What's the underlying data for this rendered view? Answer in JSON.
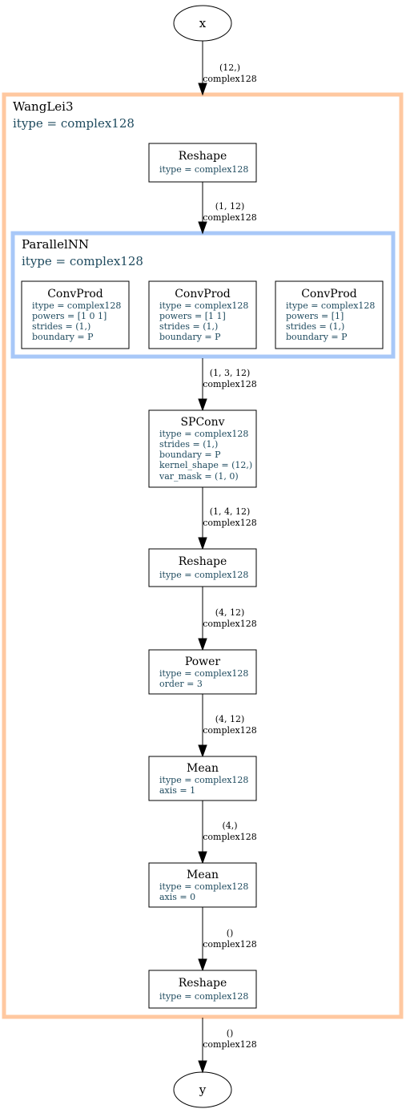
{
  "io": {
    "input": "x",
    "output": "y"
  },
  "clusters": {
    "outer": {
      "title": "WangLei3",
      "attr": "itype = complex128"
    },
    "inner": {
      "title": "ParallelNN",
      "attr": "itype = complex128"
    }
  },
  "nodes": [
    {
      "title": "Reshape",
      "attrs": [
        "itype = complex128"
      ]
    },
    {
      "title": "ConvProd",
      "attrs": [
        "itype = complex128",
        "powers = [1 0 1]",
        "strides = (1,)",
        "boundary = P"
      ]
    },
    {
      "title": "ConvProd",
      "attrs": [
        "itype = complex128",
        "powers = [1 1]",
        "strides = (1,)",
        "boundary = P"
      ]
    },
    {
      "title": "ConvProd",
      "attrs": [
        "itype = complex128",
        "powers = [1]",
        "strides = (1,)",
        "boundary = P"
      ]
    },
    {
      "title": "SPConv",
      "attrs": [
        "itype = complex128",
        "strides = (1,)",
        "boundary = P",
        "kernel_shape = (12,)",
        "var_mask = (1, 0)"
      ]
    },
    {
      "title": "Reshape",
      "attrs": [
        "itype = complex128"
      ]
    },
    {
      "title": "Power",
      "attrs": [
        "itype = complex128",
        "order = 3"
      ]
    },
    {
      "title": "Mean",
      "attrs": [
        "itype = complex128",
        "axis = 1"
      ]
    },
    {
      "title": "Mean",
      "attrs": [
        "itype = complex128",
        "axis = 0"
      ]
    },
    {
      "title": "Reshape",
      "attrs": [
        "itype = complex128"
      ]
    }
  ],
  "edges": [
    {
      "shape": "(12,)",
      "dtype": "complex128"
    },
    {
      "shape": "(1, 12)",
      "dtype": "complex128"
    },
    {
      "shape": "(1, 3, 12)",
      "dtype": "complex128"
    },
    {
      "shape": "(1, 4, 12)",
      "dtype": "complex128"
    },
    {
      "shape": "(4, 12)",
      "dtype": "complex128"
    },
    {
      "shape": "(4, 12)",
      "dtype": "complex128"
    },
    {
      "shape": "(4,)",
      "dtype": "complex128"
    },
    {
      "shape": "()",
      "dtype": "complex128"
    },
    {
      "shape": "()",
      "dtype": "complex128"
    }
  ]
}
